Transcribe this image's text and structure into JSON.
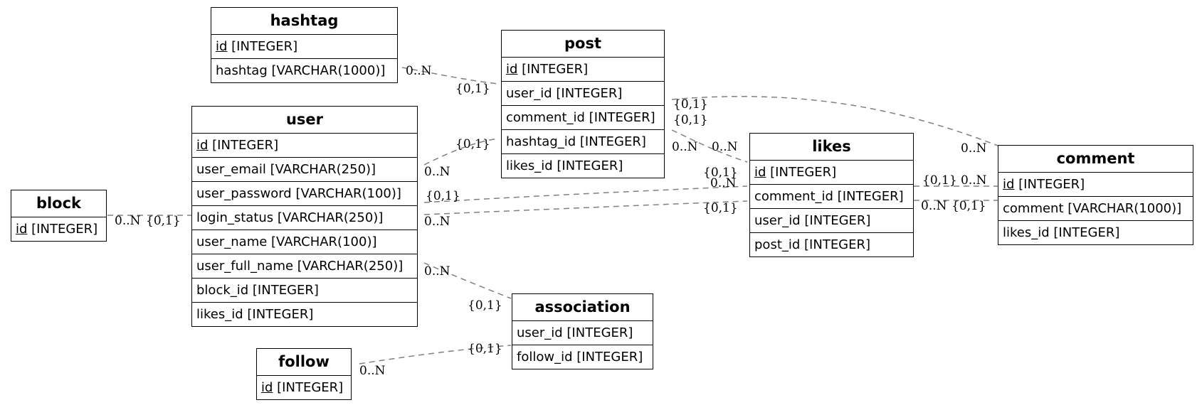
{
  "entities": {
    "hashtag": {
      "title": "hashtag",
      "rows": [
        {
          "pk": "id",
          "type": " [INTEGER]"
        },
        {
          "text": "hashtag [VARCHAR(1000)]"
        }
      ]
    },
    "post": {
      "title": "post",
      "rows": [
        {
          "pk": "id",
          "type": " [INTEGER]"
        },
        {
          "text": "user_id [INTEGER]"
        },
        {
          "text": "comment_id [INTEGER]"
        },
        {
          "text": "hashtag_id [INTEGER]"
        },
        {
          "text": "likes_id [INTEGER]"
        }
      ]
    },
    "user": {
      "title": "user",
      "rows": [
        {
          "pk": "id",
          "type": " [INTEGER]"
        },
        {
          "text": "user_email [VARCHAR(250)]"
        },
        {
          "text": "user_password [VARCHAR(100)]"
        },
        {
          "text": "login_status [VARCHAR(250)]"
        },
        {
          "text": "user_name [VARCHAR(100)]"
        },
        {
          "text": "user_full_name [VARCHAR(250)]"
        },
        {
          "text": "block_id [INTEGER]"
        },
        {
          "text": "likes_id [INTEGER]"
        }
      ]
    },
    "block": {
      "title": "block",
      "rows": [
        {
          "pk": "id",
          "type": " [INTEGER]"
        }
      ]
    },
    "likes": {
      "title": "likes",
      "rows": [
        {
          "pk": "id",
          "type": " [INTEGER]"
        },
        {
          "text": "comment_id [INTEGER]"
        },
        {
          "text": "user_id [INTEGER]"
        },
        {
          "text": "post_id [INTEGER]"
        }
      ]
    },
    "comment": {
      "title": "comment",
      "rows": [
        {
          "pk": "id",
          "type": " [INTEGER]"
        },
        {
          "text": "comment [VARCHAR(1000)]"
        },
        {
          "text": "likes_id [INTEGER]"
        }
      ]
    },
    "association": {
      "title": "association",
      "rows": [
        {
          "text": "user_id [INTEGER]"
        },
        {
          "text": "follow_id [INTEGER]"
        }
      ]
    },
    "follow": {
      "title": "follow",
      "rows": [
        {
          "pk": "id",
          "type": " [INTEGER]"
        }
      ]
    }
  },
  "cardinality_labels": [
    "0..N",
    "{0,1}",
    "{0,1}",
    "{0,1}",
    "0..N",
    "0..N",
    "{0,1}",
    "0..N",
    "{0,1}",
    "0..N",
    "{0,1}",
    "0..N",
    "{0,1}",
    "0..N",
    "0..N",
    "{0,1}",
    "{0,1}",
    "0..N",
    "0..N",
    "{0,1}",
    "0..N",
    "{0,1}",
    "{0,1}",
    "0..N"
  ],
  "edge_color": "#808080"
}
